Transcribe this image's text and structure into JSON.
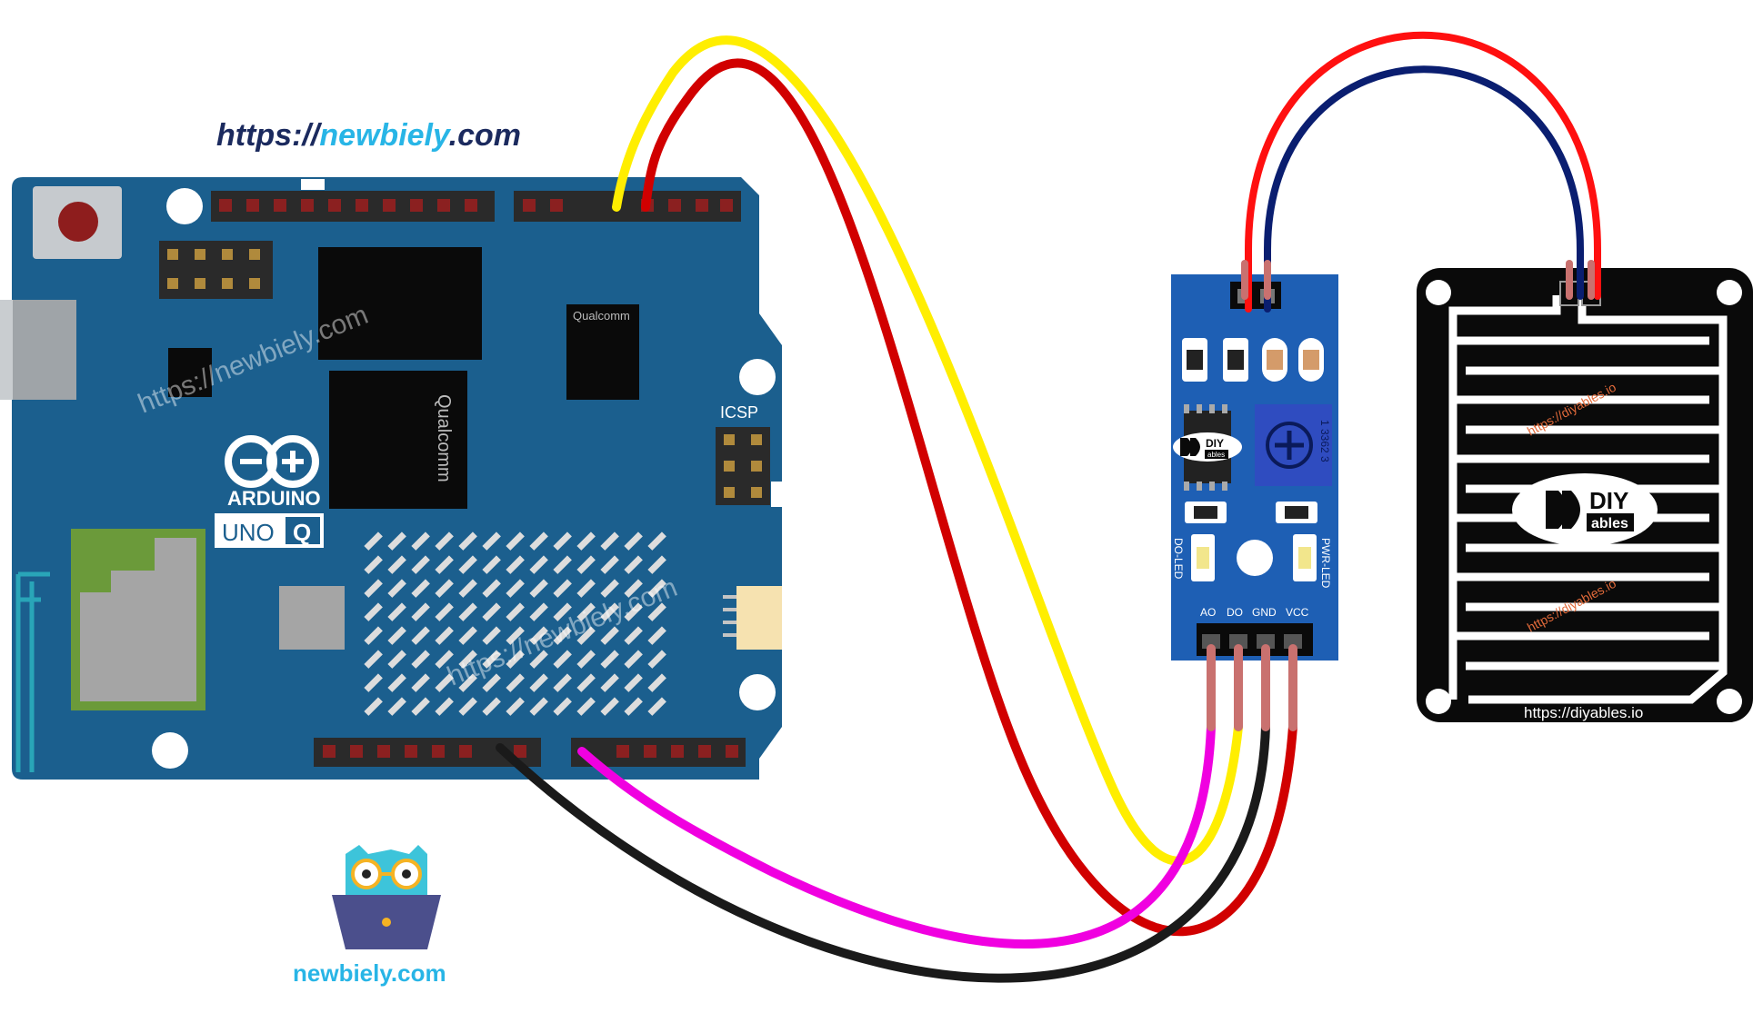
{
  "header": {
    "url_prefix": "https://",
    "url_brand": "newbiely",
    "url_suffix": ".com"
  },
  "board": {
    "brand": "ARDUINO",
    "model_text": "UNO",
    "model_badge": "Q",
    "icsp_label": "ICSP",
    "chip_brand_1": "Qualcomm",
    "chip_brand_2": "Qualcomm",
    "watermark_1": "https://newbiely.com",
    "watermark_2": "https://newbiely.com",
    "color": "#1B5F8E"
  },
  "module": {
    "pin_labels": [
      "AO",
      "DO",
      "GND",
      "VCC"
    ],
    "led_left": "DO-LED",
    "led_right": "PWR-LED",
    "logo_top": "DIY",
    "logo_bottom": "ables",
    "pot_code": "1 3362 3",
    "color": "#1E5FB4"
  },
  "sensor": {
    "logo_top": "DIY",
    "logo_bottom": "ables",
    "url": "https://diyables.io",
    "watermark_1": "https://diyables.io",
    "watermark_2": "https://diyables.io"
  },
  "footer": {
    "brand_text": "newbiely.com"
  },
  "wires": {
    "yellow": "#FFEE00",
    "red": "#D10000",
    "black": "#1A1A1A",
    "magenta": "#F000E0",
    "sensor_red": "#FF1010",
    "sensor_blue": "#0A1E70"
  }
}
